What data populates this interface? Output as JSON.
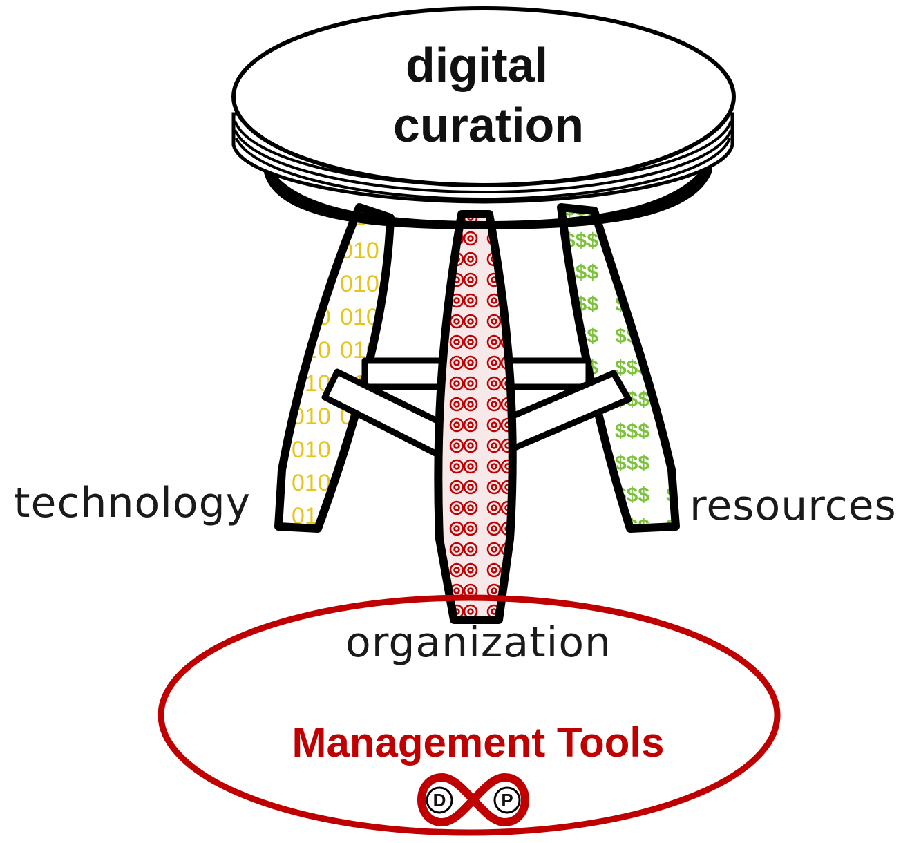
{
  "stool": {
    "seat_line1": "digital",
    "seat_line2": "curation",
    "legs": {
      "technology": {
        "label": "technology",
        "pattern_text": "010",
        "pattern_color": "#e8c41a"
      },
      "organization": {
        "label": "organization",
        "pattern_color": "#c00000"
      },
      "resources": {
        "label": "resources",
        "pattern_text": "$$$",
        "pattern_color": "#7cc23a"
      }
    }
  },
  "management": {
    "title": "Management Tools",
    "accent_color": "#c00000",
    "logo": {
      "icon": "dp-infinity-logo-icon",
      "left_letter": "D",
      "right_letter": "P"
    }
  }
}
